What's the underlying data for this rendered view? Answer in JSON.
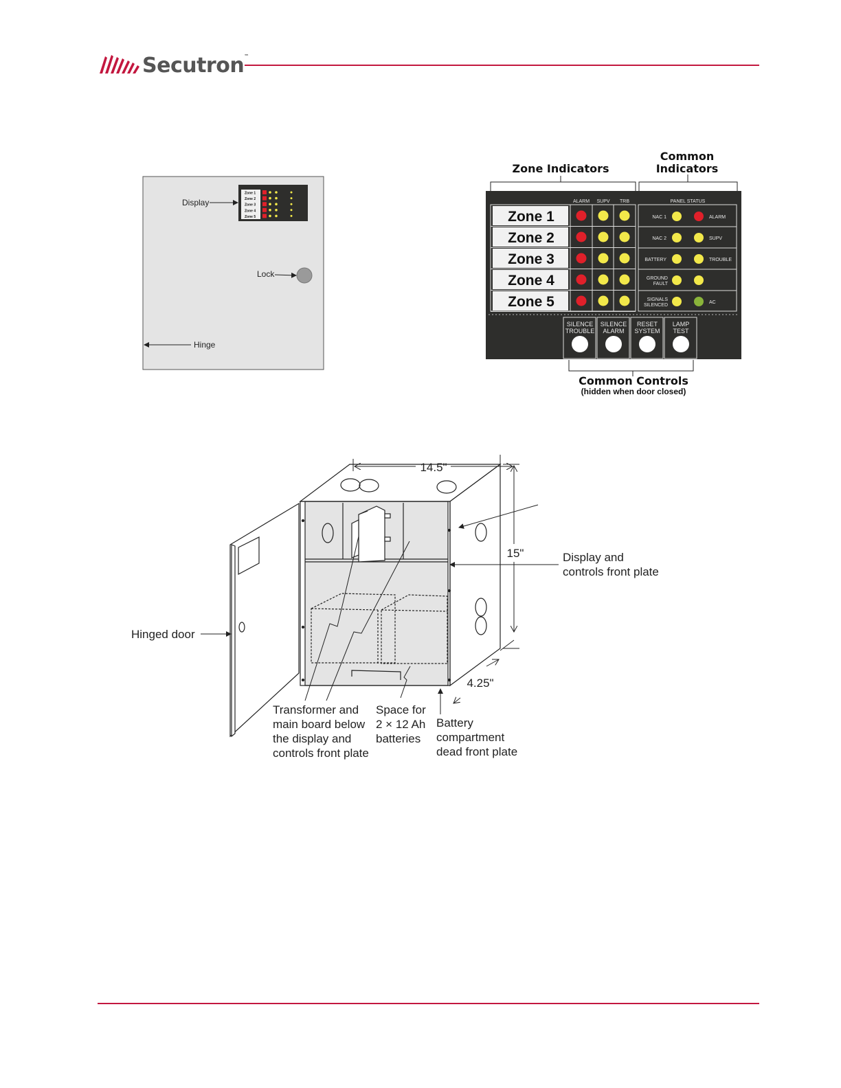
{
  "header": {
    "brand": "Secutron",
    "trademark": "™",
    "accent_color": "#c3173f"
  },
  "closed_panel": {
    "labels": {
      "display": "Display",
      "lock": "Lock",
      "hinge": "Hinge"
    },
    "mini_display": {
      "zones": [
        "Zone 1",
        "Zone 2",
        "Zone 3",
        "Zone 4",
        "Zone 5"
      ]
    }
  },
  "display_panel": {
    "zone_indicators_title": "Zone Indicators",
    "common_indicators_title": [
      "Common",
      "Indicators"
    ],
    "column_headers": [
      "ALARM",
      "SUPV",
      "TRB"
    ],
    "panel_status_title": "PANEL STATUS",
    "zones": [
      "Zone 1",
      "Zone 2",
      "Zone 3",
      "Zone 4",
      "Zone 5"
    ],
    "status_rows": [
      {
        "left": [
          "NAC 1"
        ],
        "right": "ALARM",
        "right_color": "#e0202a"
      },
      {
        "left": [
          "NAC 2"
        ],
        "right": "SUPV",
        "right_color": "#f2e84a"
      },
      {
        "left": [
          "BATTERY"
        ],
        "right": "TROUBLE",
        "right_color": "#f2e84a"
      },
      {
        "left": [
          "GROUND",
          "FAULT"
        ],
        "right": "",
        "right_color": "#f2e84a"
      },
      {
        "left": [
          "SIGNALS",
          "SILENCED"
        ],
        "right": "AC",
        "right_color": "#8ab43a"
      }
    ],
    "buttons": [
      {
        "line1": "SILENCE",
        "line2": "TROUBLE"
      },
      {
        "line1": "SILENCE",
        "line2": "ALARM"
      },
      {
        "line1": "RESET",
        "line2": "SYSTEM"
      },
      {
        "line1": "LAMP",
        "line2": "TEST"
      }
    ],
    "common_controls_title": "Common Controls",
    "common_controls_note": "(hidden when door closed)",
    "colors": {
      "panel": "#2e2e2c",
      "alarm": "#e0202a",
      "yellow": "#f2e84a",
      "ac": "#8ab43a"
    }
  },
  "enclosure": {
    "width_dim": "14.5\"",
    "height_dim": "15\"",
    "depth_dim": "4.25\"",
    "display_plate_label": [
      "Display and",
      "controls front plate"
    ],
    "hinged_door_label": "Hinged door",
    "transformer_label": [
      "Transformer and",
      "main board below",
      "the display and",
      "controls front plate"
    ],
    "space_label": [
      "Space for",
      "2 × 12 Ah",
      "batteries"
    ],
    "battery_label": [
      "Battery",
      "compartment",
      "dead front plate"
    ]
  }
}
